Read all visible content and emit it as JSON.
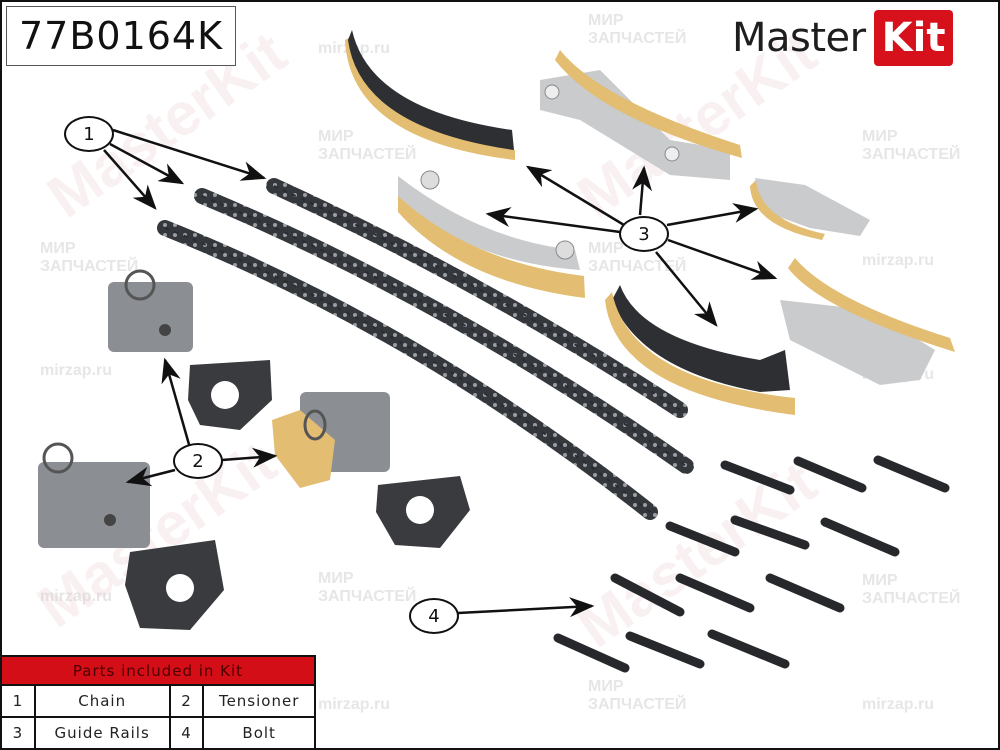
{
  "header": {
    "part_number": "77B0164K",
    "brand": {
      "word": "Master",
      "badge": "Kit",
      "badge_color": "#d7111c"
    }
  },
  "watermarks": {
    "site": "mirzap.ru",
    "ru_line1": "МИР",
    "ru_line2": "ЗАПЧАСТЕЙ",
    "brand": "MasterKit"
  },
  "callouts": [
    {
      "id": "1",
      "label": "1",
      "target": "Chain"
    },
    {
      "id": "2",
      "label": "2",
      "target": "Tensioner"
    },
    {
      "id": "3",
      "label": "3",
      "target": "Guide Rails"
    },
    {
      "id": "4",
      "label": "4",
      "target": "Bolt"
    }
  ],
  "parts_table": {
    "title": "Parts included in Kit",
    "rows": [
      {
        "n1": "1",
        "l1": "Chain",
        "n2": "2",
        "l2": "Tensioner"
      },
      {
        "n1": "3",
        "l1": "Guide Rails",
        "n2": "4",
        "l2": "Bolt"
      }
    ]
  },
  "colors": {
    "rail_yellow": "#e6c27a",
    "chain_dark": "#2e3034",
    "metal_gray": "#c4c6c8",
    "table_red": "#d40e17"
  }
}
